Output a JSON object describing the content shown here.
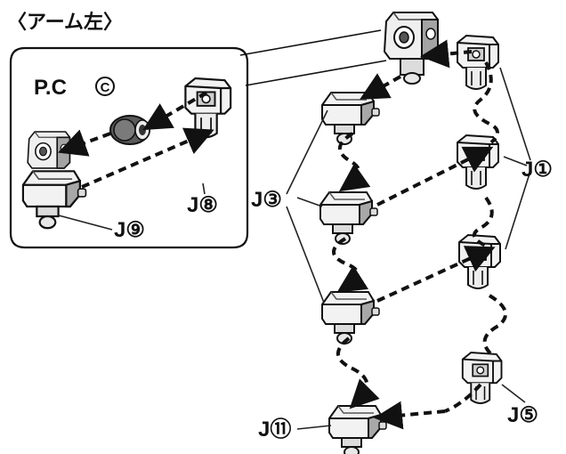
{
  "title": "〈アーム左〉",
  "inset": {
    "part_pc": "P.C",
    "part_pc_mark": "C",
    "part_j8": "J⑧",
    "part_j9": "J⑨"
  },
  "labels": {
    "j1": "J①",
    "j3": "J③",
    "j5": "J⑤",
    "j11": "J⑪"
  },
  "colors": {
    "line": "#111111",
    "part_face": "#f0f0f0",
    "part_shade": "#8c8c8c",
    "pc_fill": "#5a5a5a"
  },
  "icons": [
    "arm-joint-icon",
    "clip-joint-icon",
    "pc-connector-icon",
    "arrow-icon"
  ]
}
